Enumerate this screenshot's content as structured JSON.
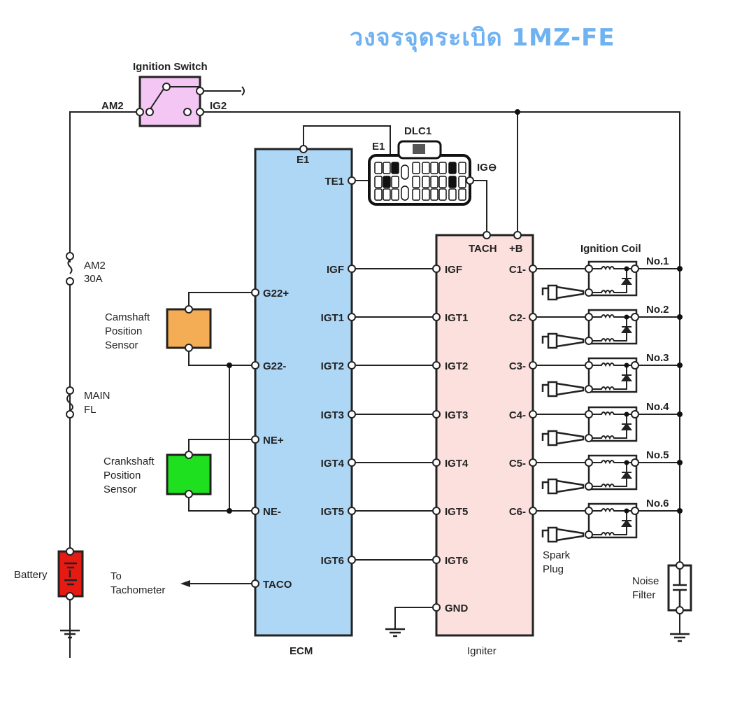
{
  "title": "วงจรจุดระเบิด 1MZ-FE",
  "colors": {
    "title": "#6fb2f2",
    "ecm": "#aed6f5",
    "igniter": "#fbe0de",
    "ignition_switch": "#f4c6f4",
    "camshaft_sensor": "#f5ad55",
    "crankshaft_sensor": "#1fe01f",
    "battery": "#e51a12"
  },
  "ignition_switch": {
    "label": "Ignition Switch",
    "left_terminal": "AM2",
    "right_terminal": "IG2"
  },
  "fuses": [
    {
      "name": "AM2",
      "rating": "30A"
    },
    {
      "name": "MAIN",
      "rating": "FL"
    }
  ],
  "battery": {
    "label": "Battery"
  },
  "camshaft_sensor": {
    "label_lines": [
      "Camshaft",
      "Position",
      "Sensor"
    ]
  },
  "crankshaft_sensor": {
    "label_lines": [
      "Crankshaft",
      "Position",
      "Sensor"
    ]
  },
  "tachometer": {
    "label_lines": [
      "To",
      "Tachometer"
    ]
  },
  "ecm": {
    "label": "ECM",
    "top_terminal": "E1",
    "left_terminals": [
      "G22+",
      "G22-",
      "NE+",
      "NE-",
      "TACO"
    ],
    "right_terminals": [
      "TE1",
      "IGF",
      "IGT1",
      "IGT2",
      "IGT3",
      "IGT4",
      "IGT5",
      "IGT6"
    ]
  },
  "dlc": {
    "label": "DLC1",
    "left_terminal": "E1",
    "right_terminal": "IG⊖"
  },
  "igniter": {
    "label": "Igniter",
    "top_terminals": [
      "TACH",
      "+B"
    ],
    "left_terminals": [
      "IGF",
      "IGT1",
      "IGT2",
      "IGT3",
      "IGT4",
      "IGT5",
      "IGT6",
      "GND"
    ],
    "right_terminals": [
      "C1-",
      "C2-",
      "C3-",
      "C4-",
      "C5-",
      "C6-"
    ]
  },
  "ignition_coil": {
    "label": "Ignition Coil",
    "cylinders": [
      "No.1",
      "No.2",
      "No.3",
      "No.4",
      "No.5",
      "No.6"
    ]
  },
  "spark_plug": {
    "label_lines": [
      "Spark",
      "Plug"
    ]
  },
  "noise_filter": {
    "label_lines": [
      "Noise",
      "Filter"
    ]
  }
}
